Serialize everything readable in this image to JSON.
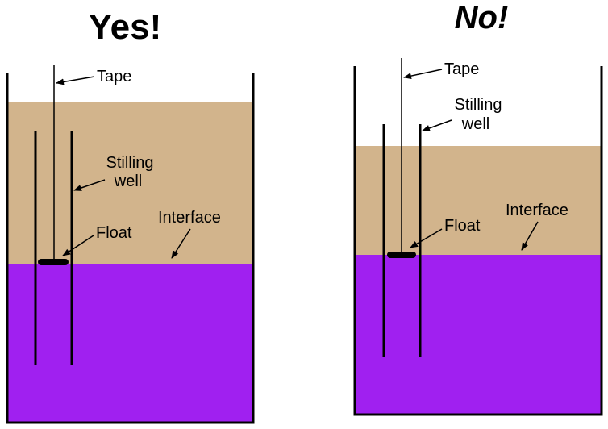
{
  "colors": {
    "upper_liquid": "#D2B48C",
    "lower_liquid": "#A020F0",
    "line": "#000000",
    "background": "#FFFFFF"
  },
  "left": {
    "title": "Yes!",
    "labels": {
      "tape": "Tape",
      "stilling_1": "Stilling",
      "stilling_2": "well",
      "float": "Float",
      "interface": "Interface"
    }
  },
  "right": {
    "title": "No!",
    "labels": {
      "tape": "Tape",
      "stilling_1": "Stilling",
      "stilling_2": "well",
      "float": "Float",
      "interface": "Interface"
    }
  }
}
